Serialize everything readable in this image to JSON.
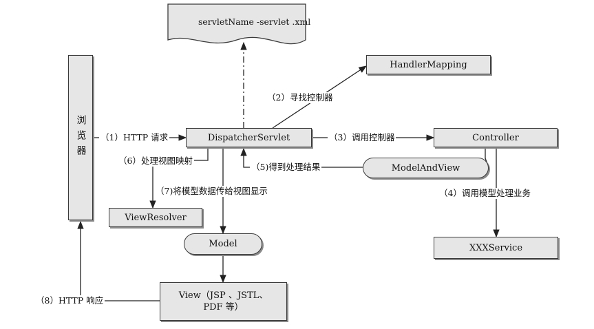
{
  "nodes": {
    "config_file": "servletName -servlet .xml",
    "browser": "浏览器",
    "dispatcher": "DispatcherServlet",
    "handler_mapping": "HandlerMapping",
    "controller": "Controller",
    "model_and_view": "ModelAndView",
    "view_resolver": "ViewResolver",
    "model": "Model",
    "xxx_service": "XXXService",
    "view_line1": "View（JSP 、JSTL、",
    "view_line2": "PDF 等）"
  },
  "edges": {
    "http_request": "（1）HTTP 请求",
    "find_controller": "（2）寻找控制器",
    "call_controller": "（3）调用控制器",
    "call_model": "（4）调用模型处理业务",
    "get_result": "（5)得到处理结果",
    "handle_view_mapping": "（6）处理视图映射",
    "pass_model_to_view": "（7)将模型数据传给视图显示",
    "http_response": "（8）HTTP 响应"
  },
  "colors": {
    "line": "#222222",
    "node_fill": "#e6e6e6",
    "shadow": "#8a8a8a"
  }
}
